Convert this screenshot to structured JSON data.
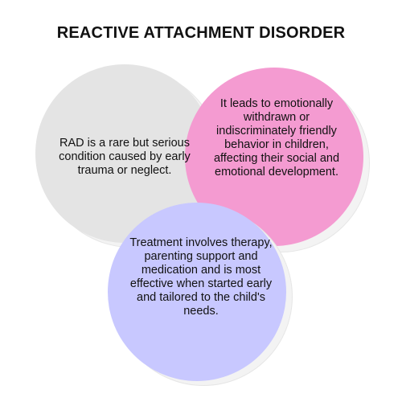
{
  "title": "REACTIVE ATTACHMENT DISORDER",
  "circles": {
    "gray": {
      "text": "RAD is a rare but serious condition caused by early trauma or neglect.",
      "color": "#e4e4e4"
    },
    "pink": {
      "text": "It leads to emotionally withdrawn or indiscriminately friendly behavior in children, affecting their social and emotional development.",
      "color": "#f49bd1"
    },
    "blue": {
      "text": "Treatment involves therapy, parenting support and medication and is most effective when started early and tailored to the child's needs.",
      "color": "#c8c8ff"
    }
  }
}
